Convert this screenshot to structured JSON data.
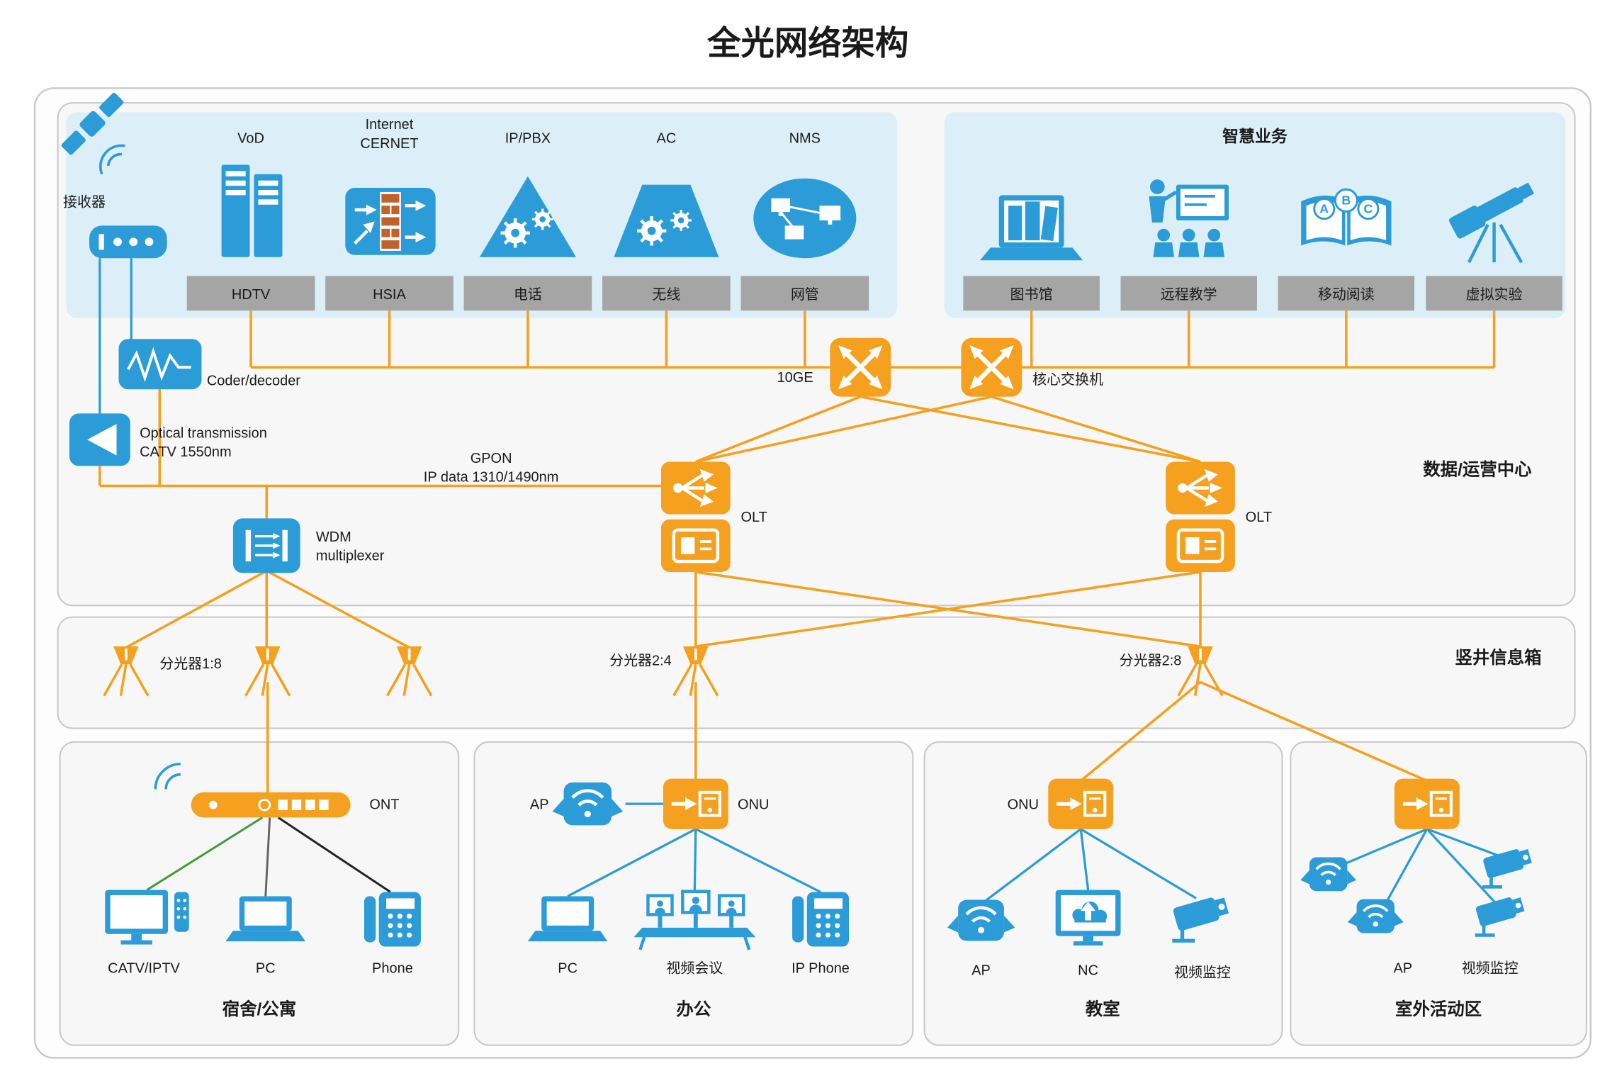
{
  "title": "全光网络架构",
  "sections": {
    "datacenter": "数据/运营中心",
    "shaft": "竖井信息箱"
  },
  "services_left": {
    "items": [
      {
        "label": "VoD",
        "tag": "HDTV"
      },
      {
        "label_line1": "Internet",
        "label_line2": "CERNET",
        "tag": "HSIA"
      },
      {
        "label": "IP/PBX",
        "tag": "电话"
      },
      {
        "label": "AC",
        "tag": "无线"
      },
      {
        "label": "NMS",
        "tag": "网管"
      }
    ]
  },
  "services_right": {
    "title": "智慧业务",
    "reading_letters": [
      "A",
      "B",
      "C"
    ],
    "items": [
      {
        "tag": "图书馆"
      },
      {
        "tag": "远程教学"
      },
      {
        "tag": "移动阅读"
      },
      {
        "tag": "虚拟实验"
      }
    ]
  },
  "left_chain": {
    "receiver": "接收器",
    "coder": "Coder/decoder",
    "optical_line1": "Optical transmission",
    "optical_line2": "CATV 1550nm",
    "wdm_line1": "WDM",
    "wdm_line2": "multiplexer"
  },
  "core": {
    "link_10ge": "10GE",
    "core_switch": "核心交换机",
    "gpon_line1": "GPON",
    "gpon_line2": "IP data 1310/1490nm",
    "olt_left": "OLT",
    "olt_right": "OLT"
  },
  "splitters": {
    "s18": "分光器1:8",
    "s24": "分光器2:4",
    "s28": "分光器2:8"
  },
  "zone_dorm": {
    "title": "宿舍/公寓",
    "ont": "ONT",
    "catv": "CATV/IPTV",
    "pc": "PC",
    "phone": "Phone"
  },
  "zone_office": {
    "title": "办公",
    "ap": "AP",
    "onu": "ONU",
    "pc": "PC",
    "conference": "视频会议",
    "ip_phone": "IP Phone"
  },
  "zone_classroom": {
    "title": "教室",
    "onu": "ONU",
    "ap": "AP",
    "nc": "NC",
    "cctv": "视频监控"
  },
  "zone_outdoor": {
    "title": "室外活动区",
    "ap": "AP",
    "cctv": "视频监控"
  },
  "colors": {
    "blue": "#2B9CD8",
    "orange": "#F5A01E",
    "light_blue_panel": "#DCEEF8",
    "tag_gray": "#A5A5A5",
    "brick": "#C0622C",
    "line_green": "#3E9C35"
  }
}
